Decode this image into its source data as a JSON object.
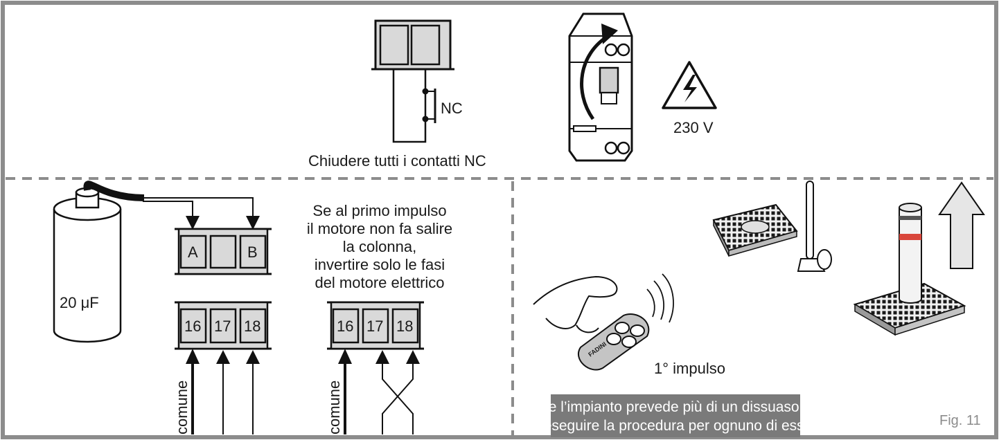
{
  "top": {
    "nc_label": "NC",
    "nc_caption": "Chiudere tutti i contatti NC",
    "voltage": "230 V"
  },
  "bottom_left": {
    "capacitor_label": "20 μF",
    "terminal_a": "A",
    "terminal_b": "B",
    "terminals": [
      "16",
      "17",
      "18"
    ],
    "common_label": "comune",
    "note_lines": [
      "Se al primo impulso",
      "il motore non fa salire",
      "la colonna,",
      "invertire solo le fasi",
      "del motore elettrico"
    ]
  },
  "bottom_right": {
    "remote_brand": "FADINI",
    "impulse_label": "1° impulso",
    "notice_lines": [
      "Se l’impianto prevede più di un dissuasore",
      "eseguire la procedura per ognuno di essi"
    ],
    "figure_label": "Fig. 11"
  },
  "colors": {
    "frame": "#8c8c8c",
    "terminal_fill": "#d9d9d9",
    "notice_bg": "#7a7a7a",
    "arrow_fill": "#e6e6e6",
    "bollard_band": "#d9463b"
  }
}
